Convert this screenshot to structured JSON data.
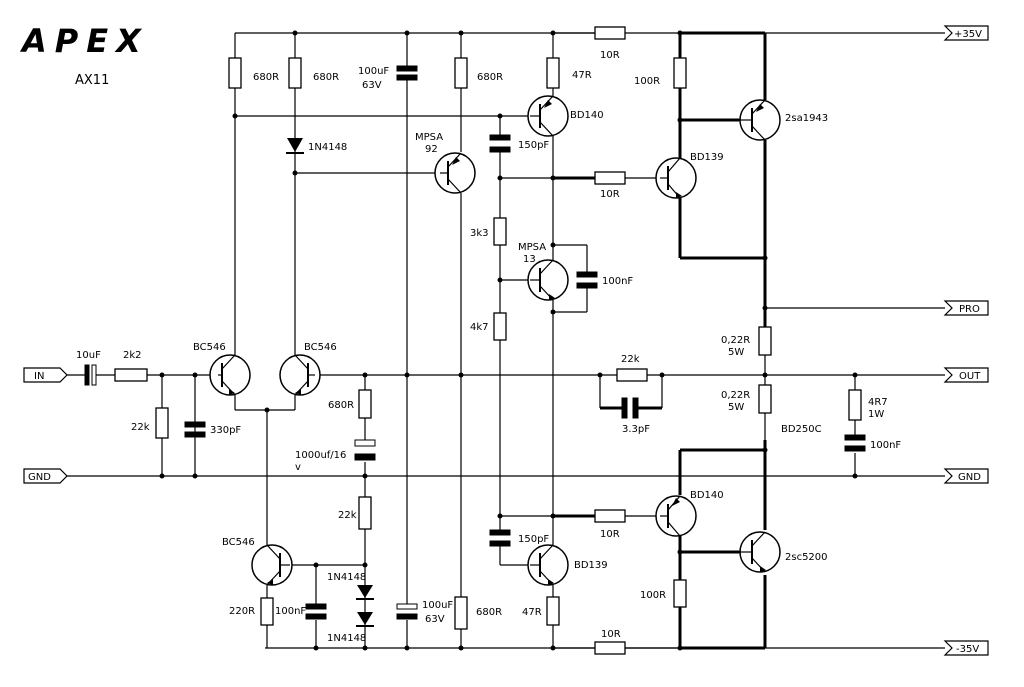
{
  "brand": "APEX",
  "model": "AX11",
  "ports": {
    "pos_rail": "+35V",
    "neg_rail": "-35V",
    "input": "IN",
    "gnd_left": "GND",
    "gnd_right": "GND",
    "output": "OUT",
    "protection": "PRO"
  },
  "components": {
    "r_in_680_left": "680R",
    "r_in_680_mid": "680R",
    "c_rail_top": "100uF",
    "c_rail_top_v": "63V",
    "r_vas_680": "680R",
    "r_47_top": "47R",
    "r_10_top": "10R",
    "r_100_top": "100R",
    "q_bd140_top": "BD140",
    "q_2sa1943": "2sa1943",
    "d_1n4148_top": "1N4148",
    "q_mpsa92": "MPSA",
    "q_mpsa92_n": "92",
    "c_150_top": "150pF",
    "q_bd139_top": "BD139",
    "r_10_mid_top": "10R",
    "r_3k3": "3k3",
    "q_mpsa13": "MPSA",
    "q_mpsa13_n": "13",
    "c_100n_vbe": "100nF",
    "r_4k7": "4k7",
    "c_10u_in": "10uF",
    "r_2k2": "2k2",
    "q_bc546_l": "BC546",
    "q_bc546_r": "BC546",
    "r_022_top": "0,22R",
    "r_022_top_w": "5W",
    "r_22k_fb": "22k",
    "r_22k_in": "22k",
    "c_330p": "330pF",
    "r_680_fb": "680R",
    "c_1000u": "1000uf/16",
    "c_1000u_v": "v",
    "c_3p3": "3.3pF",
    "r_022_bot": "0,22R",
    "r_022_bot_w": "5W",
    "r_4r7": "4R7",
    "r_4r7_w": "1W",
    "q_bd250c": "BD250C",
    "c_100n_zobel": "100nF",
    "r_22k_bot": "22k",
    "q_bd140_bot": "BD140",
    "r_10_mid_bot": "10R",
    "c_150_bot": "150pF",
    "q_bc546_bot": "BC546",
    "d_1n4148_a": "1N4148",
    "d_1n4148_b": "1N4148",
    "q_2sc5200": "2sc5200",
    "q_bd139_bot": "BD139",
    "r_220": "220R",
    "c_100n_bot": "100nF",
    "c_rail_bot": "100uF",
    "c_rail_bot_v": "63V",
    "r_680_bot": "680R",
    "r_47_bot": "47R",
    "r_100_bot": "100R",
    "r_10_bot": "10R"
  }
}
